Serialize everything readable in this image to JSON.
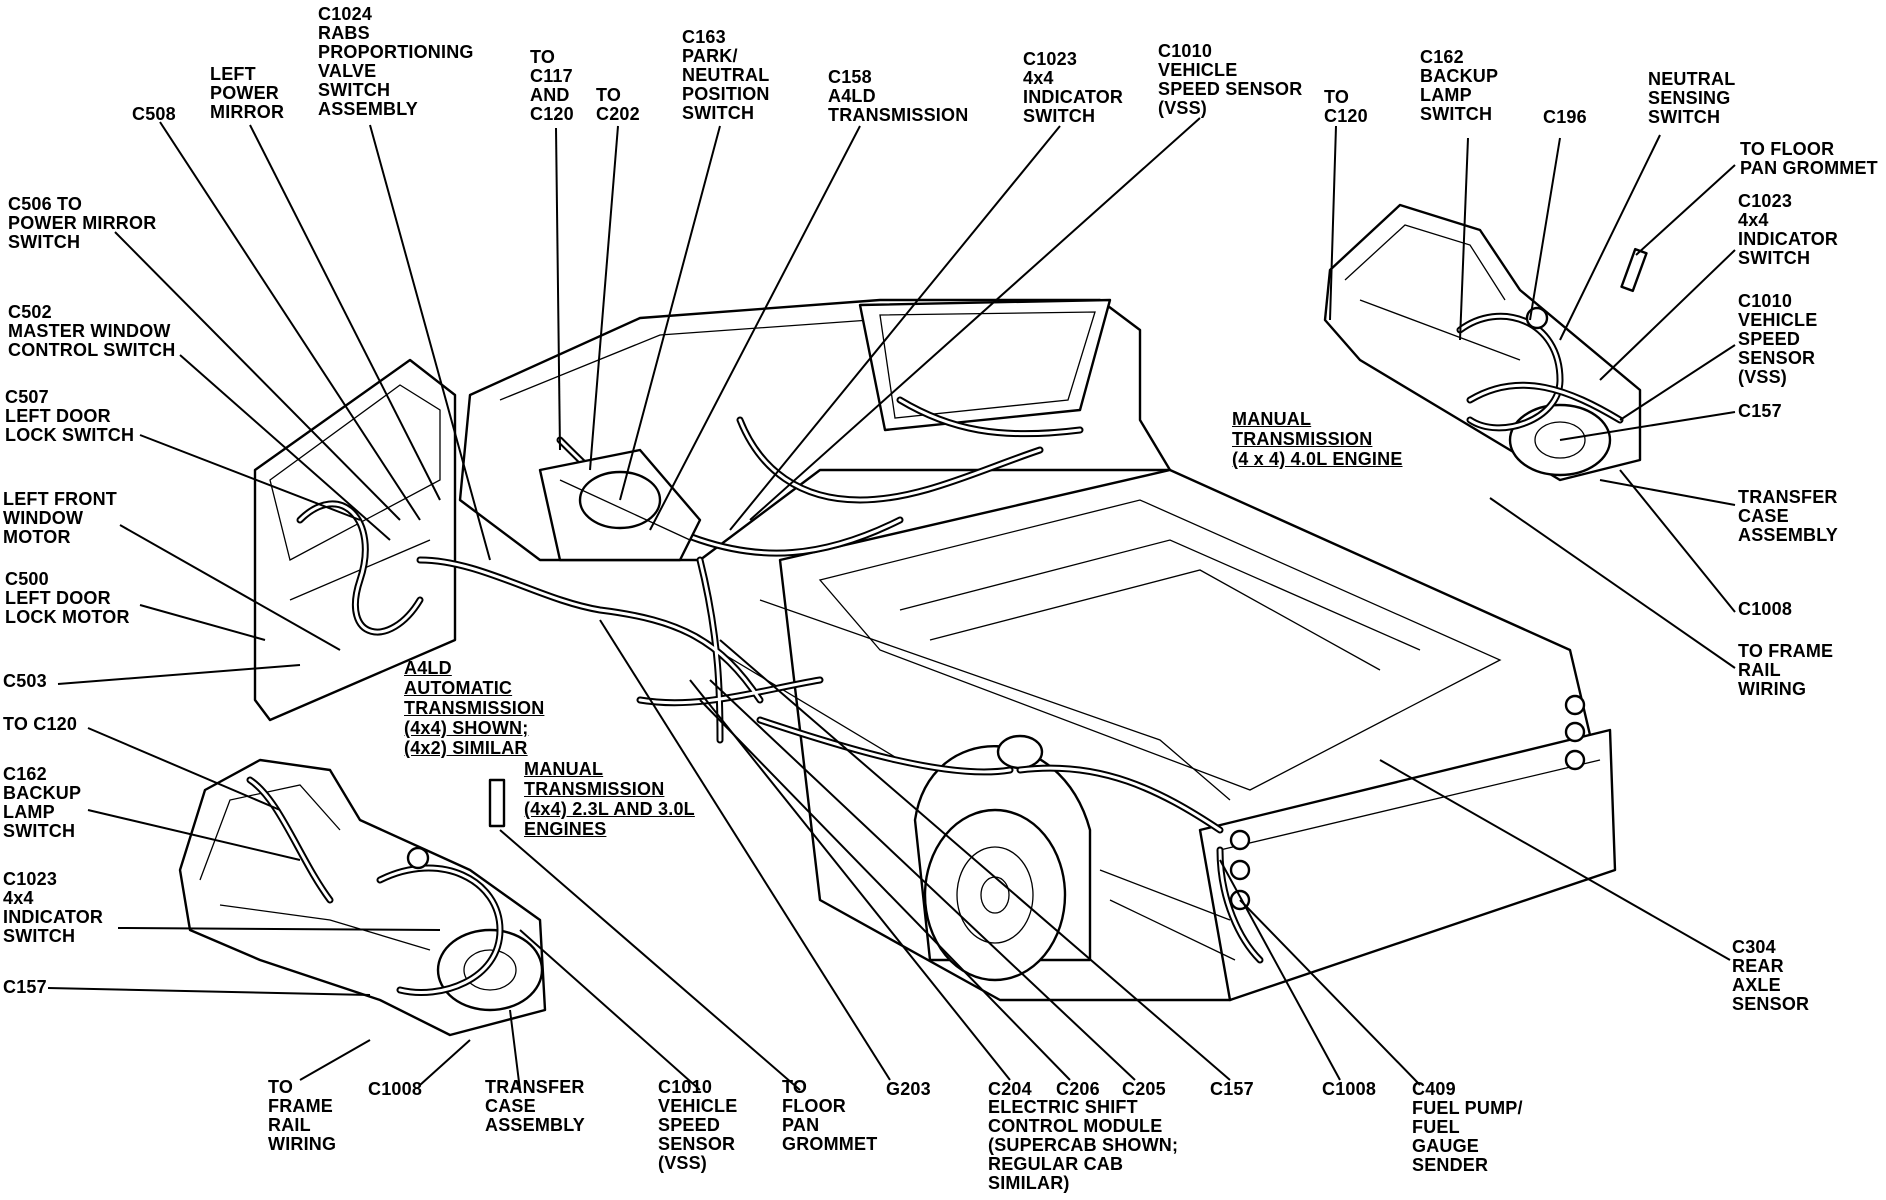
{
  "labels": {
    "c508": "C508",
    "left_power_mirror": "LEFT\nPOWER\nMIRROR",
    "c1024": "C1024\nRABS\nPROPORTIONING\nVALVE\nSWITCH\nASSEMBLY",
    "to_c117": "TO\nC117\nAND\nC120",
    "to_c202": "TO\nC202",
    "c163": "C163\nPARK/\nNEUTRAL\nPOSITION\nSWITCH",
    "c158": "C158\nA4LD\nTRANSMISSION",
    "c1023_top": "C1023\n4x4\nINDICATOR\nSWITCH",
    "c1010_top": "C1010\nVEHICLE\nSPEED SENSOR\n(VSS)",
    "to_c120_top": "TO\nC120",
    "c162_top": "C162\nBACKUP\nLAMP\nSWITCH",
    "c196": "C196",
    "neutral_sensing": "NEUTRAL\nSENSING\nSWITCH",
    "to_floor_top": "TO FLOOR\nPAN GROMMET",
    "c1023_right": "C1023\n4x4\nINDICATOR\nSWITCH",
    "c1010_right": "C1010\nVEHICLE\nSPEED\nSENSOR\n(VSS)",
    "c157_right": "C157",
    "transfer_right": "TRANSFER\nCASE\nASSEMBLY",
    "c1008_right": "C1008",
    "to_frame_right": "TO FRAME\nRAIL\nWIRING",
    "manual_trans_top_1": "MANUAL",
    "manual_trans_top_2": "TRANSMISSION",
    "manual_trans_top_3": "(4 x 4) 4.0L ENGINE",
    "c506": "C506 TO\nPOWER MIRROR\nSWITCH",
    "c502": "C502\nMASTER WINDOW\nCONTROL SWITCH",
    "c507": "C507\nLEFT DOOR\nLOCK SWITCH",
    "left_front_window": "LEFT FRONT\nWINDOW\nMOTOR",
    "c500": "C500\nLEFT DOOR\nLOCK MOTOR",
    "c503": "C503",
    "a4ld_1": "A4LD",
    "a4ld_2": "AUTOMATIC",
    "a4ld_3": "TRANSMISSION",
    "a4ld_4": "(4x4) SHOWN;",
    "a4ld_5": "(4x2) SIMILAR",
    "to_c120_left": "TO C120",
    "c162_left": "C162\nBACKUP\nLAMP\nSWITCH",
    "manual_low_1": "MANUAL",
    "manual_low_2": "TRANSMISSION",
    "manual_low_3": "(4x4) 2.3L AND 3.0L",
    "manual_low_4": "ENGINES",
    "c1023_left": "C1023\n4x4\nINDICATOR\nSWITCH",
    "c157_left": "C157",
    "to_frame_left": "TO\nFRAME\nRAIL\nWIRING",
    "c1008_left": "C1008",
    "transfer_left": "TRANSFER\nCASE\nASSEMBLY",
    "c1010_bottom": "C1010\nVEHICLE\nSPEED\nSENSOR\n(VSS)",
    "to_floor_bottom": "TO\nFLOOR\nPAN\nGROMMET",
    "g203": "G203",
    "c204": "C204",
    "c206": "C206",
    "c205": "C205",
    "ecm": "ELECTRIC SHIFT\nCONTROL MODULE\n(SUPERCAB SHOWN;\nREGULAR CAB\nSIMILAR)",
    "c157_bottom": "C157",
    "c1008_bottom": "C1008",
    "c409": "C409\nFUEL PUMP/\nFUEL\nGAUGE\nSENDER",
    "c304": "C304\nREAR\nAXLE\nSENSOR"
  }
}
